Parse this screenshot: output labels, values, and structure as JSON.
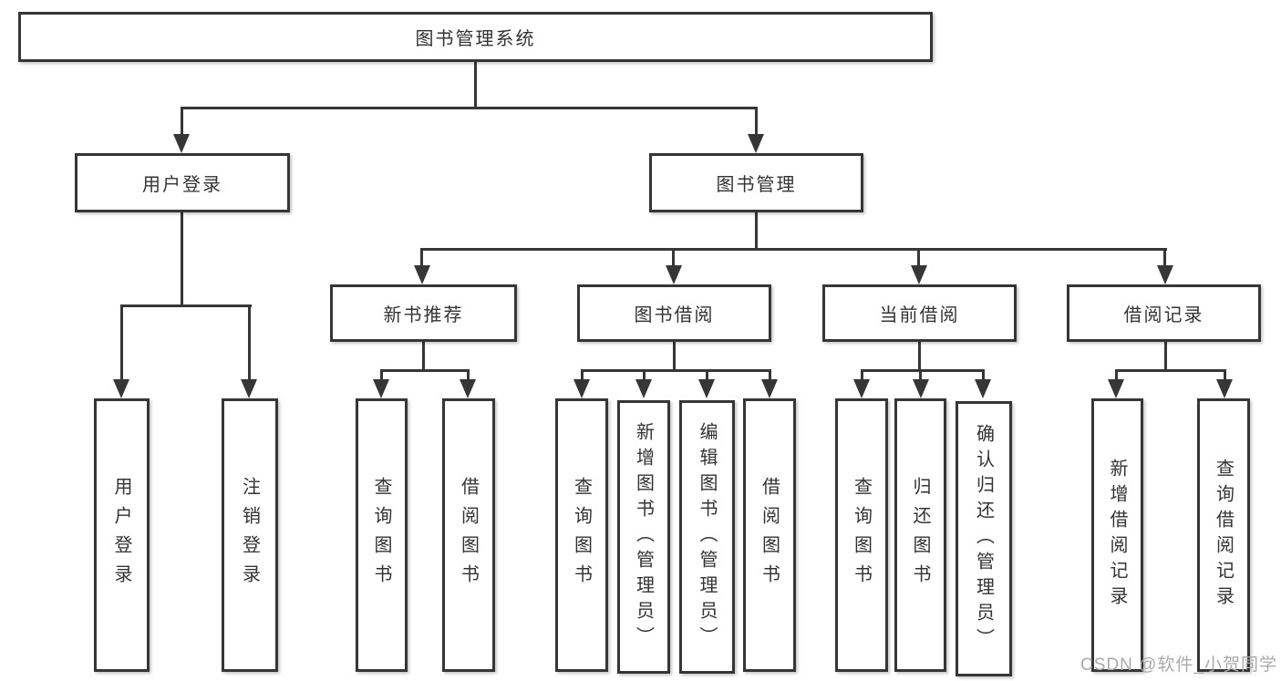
{
  "tree": {
    "root": {
      "label": "图书管理系统"
    },
    "branches": [
      {
        "label": "用户登录",
        "children": [
          {
            "label": "用户登录"
          },
          {
            "label": "注销登录"
          }
        ]
      },
      {
        "label": "图书管理",
        "children": [
          {
            "label": "新书推荐",
            "children": [
              {
                "label": "查询图书"
              },
              {
                "label": "借阅图书"
              }
            ]
          },
          {
            "label": "图书借阅",
            "children": [
              {
                "label": "查询图书"
              },
              {
                "label": "新增图书（管理员）"
              },
              {
                "label": "编辑图书（管理员）"
              },
              {
                "label": "借阅图书"
              }
            ]
          },
          {
            "label": "当前借阅",
            "children": [
              {
                "label": "查询图书"
              },
              {
                "label": "归还图书"
              },
              {
                "label": "确认归还（管理员）"
              }
            ]
          },
          {
            "label": "借阅记录",
            "children": [
              {
                "label": "新增借阅记录"
              },
              {
                "label": "查询借阅记录"
              }
            ]
          }
        ]
      }
    ]
  },
  "watermark": "CSDN @软件_小贺同学",
  "colors": {
    "line": "#363636",
    "text": "#333333",
    "background": "#ffffff",
    "watermark": "#aaaaaa"
  }
}
